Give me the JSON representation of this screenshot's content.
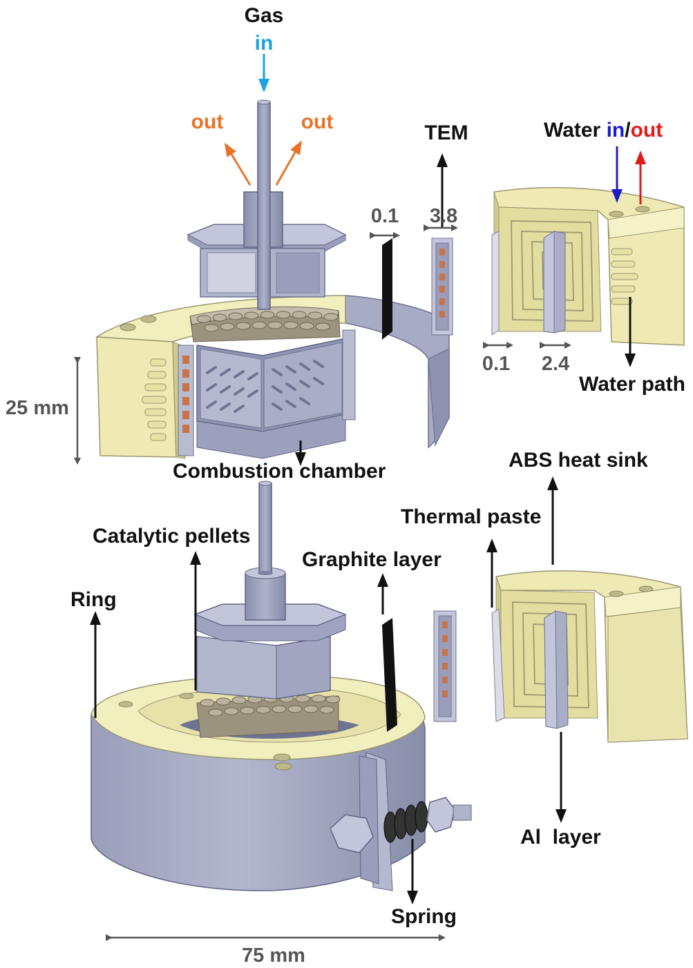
{
  "labels": {
    "gas": "Gas",
    "gas_in": "in",
    "out_left": "out",
    "out_right": "out",
    "tem": "TEM",
    "water": "Water ",
    "water_in": "in",
    "water_slash": "/",
    "water_out": "out",
    "dim_01_top": "0.1",
    "dim_38": "3.8",
    "dim_01_right": "0.1",
    "dim_24": "2.4",
    "water_path": "Water path",
    "height_25": "25 mm",
    "combustion_chamber": "Combustion chamber",
    "abs_heat_sink": "ABS heat sink",
    "thermal_paste": "Thermal paste",
    "catalytic_pellets": "Catalytic pellets",
    "graphite_layer": "Graphite layer",
    "ring": "Ring",
    "al_layer": "Al  layer",
    "spring": "Spring",
    "width_75": "75 mm"
  },
  "colors": {
    "gas_in": "#1aa3dc",
    "out": "#e8732a",
    "water_in": "#1c1cc8",
    "water_out": "#e01b1b",
    "metal": "#9fa3bf",
    "metal_dark": "#7c819f",
    "metal_light": "#c3c6da",
    "abs": "#f2efbe",
    "abs_side": "#cfcb8c",
    "pellet": "#a39a86",
    "pellet_top": "#c4bcaa",
    "copper": "#c8744a",
    "text": "#111111",
    "dim_text": "#555555"
  }
}
